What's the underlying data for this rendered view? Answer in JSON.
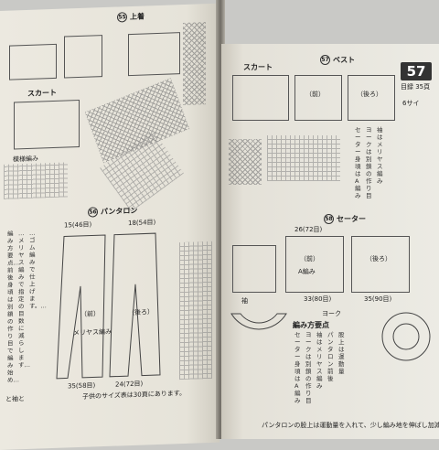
{
  "left_page": {
    "top_section_title": "上着",
    "top_section_number": "55",
    "skirt_label": "スカート",
    "knit_direction_label": "模様編み",
    "pants_section_number": "56",
    "pants_title": "パンタロン",
    "pants_front_label": "（前）",
    "pants_back_label": "（後ろ）",
    "pattern_label": "メリヤス編み",
    "bottom_text_left": "と袖と",
    "bottom_text_right": "子供のサイズ表は30頁にあります。",
    "measure_a": "35(58目)",
    "measure_b": "24(72目)",
    "measure_c": "15(46目)",
    "measure_d": "18(54目)"
  },
  "right_page": {
    "page_number": "57",
    "header_side_text": "目録 35頁",
    "size_text": "6サイ",
    "skirt_label": "スカート",
    "vest_number": "57",
    "vest_label": "ベスト",
    "vest_front": "（前）",
    "vest_back": "（後ろ）",
    "sweater_number": "58",
    "sweater_title": "セーター",
    "yoke_label": "ヨーク",
    "sweater_front": "（前）",
    "sweater_back": "（後ろ）",
    "sleeve_label": "袖",
    "body_pattern": "A編み",
    "measure_e": "33(80目)",
    "measure_f": "35(90目)",
    "measure_g": "26(72目)",
    "instruction_heading": "編み方要点",
    "bottom_line": "パンタロンの股上は運動量を入れて、少し編み地を伸ばし加減にして",
    "body_col_1": "セーター身頃はA編み",
    "body_col_2": "ヨークは別鎖の作り目",
    "body_col_3": "袖はメリヤス編み"
  }
}
